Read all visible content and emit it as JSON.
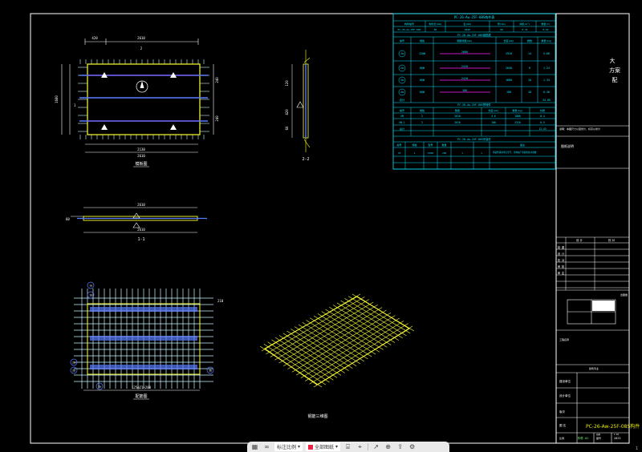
{
  "drawing": {
    "views": {
      "plan": "模板图",
      "section_11": "1-1",
      "section_22": "2-2",
      "rebar_plan": "配筋图",
      "iso": "钢筋三维图"
    },
    "plan_dims": {
      "top_total": "2610",
      "top_left": "420",
      "bottom_total": "2610",
      "bottom_mid": "2130",
      "left_total": "1680",
      "side_a": "240",
      "side_b": "240",
      "section_label": "1",
      "section_label_2": "2"
    },
    "section_11_dims": {
      "length": "2610",
      "bottom": "2610",
      "thickness": "60"
    },
    "section_22_dims": {
      "d1": "120",
      "d2": "420",
      "d3": "60"
    },
    "rebar_dims": {
      "bottom": "125@21×200",
      "side": "210"
    },
    "rebar_bubbles": [
      "1a",
      "1b",
      "2a",
      "2b",
      "3a",
      "3b"
    ],
    "header_title": "PC-26-Aw-25F-08S钢筋"
  },
  "table": {
    "title1": "PC-26-Aw-25F-08S构件表",
    "header1": [
      "构件编号",
      "构件长(mm)",
      "宽(mm)",
      "厚(mm)",
      "体积(m³)",
      "重量(t)"
    ],
    "row1": [
      "PC-26-Aw-25F-08S",
      "60",
      "2610",
      "60",
      "0.31",
      "0.52"
    ],
    "title2": "PC-26-Aw-25F-08S钢筋表",
    "header2": [
      "编号",
      "规格",
      "钢筋简图(mm)",
      "长度(mm)",
      "根数",
      "重量(kg)"
    ],
    "rows2": [
      [
        "1a",
        "12@Φ",
        "2680",
        "2910",
        "14",
        "5.66"
      ],
      [
        "2a",
        "8@Φ",
        "2410",
        "2640",
        "6",
        "1.24"
      ],
      [
        "3a",
        "8@Φ",
        "2410",
        "1600",
        "10",
        "1.34"
      ],
      [
        "4a",
        "6@Φ",
        "180",
        "180",
        "18",
        "0.36"
      ]
    ],
    "total2": [
      "合计",
      "",
      "",
      "",
      "",
      "34.85"
    ],
    "title3": "PC-26-Aw-25F-08S预埋件",
    "header3": [
      "编号",
      "规格",
      "数量",
      "长度(mm)",
      "重量(kg)",
      "材质"
    ],
    "rows3": [
      [
        "XM",
        "2",
        "2610",
        "4.6",
        "1800",
        "0.4"
      ],
      [
        "XN-1",
        "2",
        "2610",
        "100",
        "2310",
        "0.5"
      ],
      [
        "总计",
        "",
        "",
        "",
        "",
        "12.43"
      ]
    ],
    "title4": "PC-26-Aw-25F-08S吊装件",
    "header4": [
      "编号",
      "规格",
      "型号",
      "数量",
      "备注"
    ],
    "row4": [
      "JX",
      "1",
      "1300",
      "<28",
      "1",
      "1",
      "吊装件采用吊钉型号，具体由厂家提供技术参数"
    ]
  },
  "titleblock": {
    "company_top": [
      "大",
      "方案",
      "配"
    ],
    "note1": "说明：本图尺寸以毫米计，标高以米计",
    "note2": "图纸说明",
    "sign_header": [
      "设 计",
      "校 对"
    ],
    "sign_rows": [
      "制 图",
      "设 计",
      "校 对",
      "审 核",
      "审 定"
    ],
    "project_label": "工程名称",
    "small_label": "出图章",
    "stamp_label": "建筑专业",
    "design_label": "建设单位",
    "design2_label": "设计单位",
    "drawing_label": "图 名",
    "drawing_title": "PC-26-Aw-25F-08S构件",
    "footer": [
      "比例",
      "图号",
      "日期"
    ],
    "footer_vals": [
      "1:25",
      "构件-01",
      "2023"
    ],
    "scale_label": "版次"
  },
  "toolbar": {
    "tag1": "标注比例",
    "tag2": "全部图纸",
    "page": "1"
  },
  "colors": {
    "frame": "#ffffff",
    "table": "#00e5ff",
    "rebar_primary": "#5a7cff",
    "rebar_secondary": "#c8f7ff",
    "outline": "#ffff33",
    "dim": "#7cff7c",
    "magenta": "#ff22ff",
    "highlight": "#e9e900"
  }
}
